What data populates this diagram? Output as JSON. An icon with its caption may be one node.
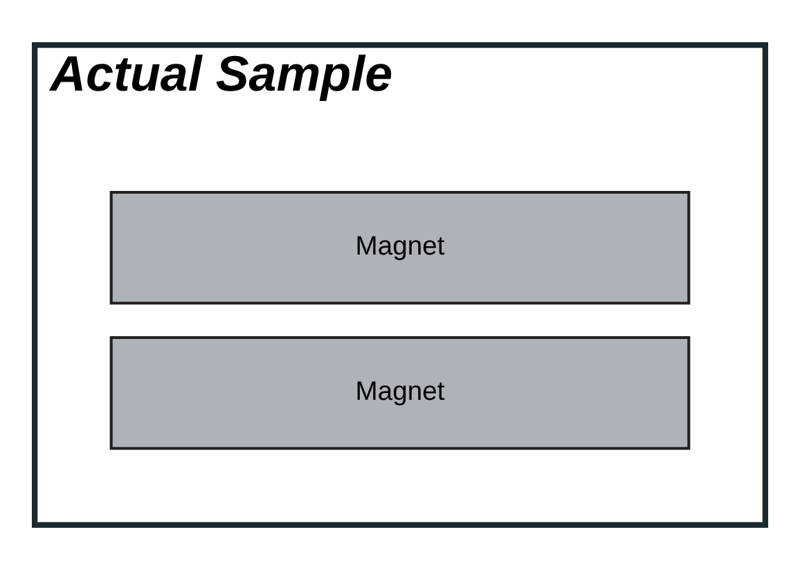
{
  "diagram": {
    "nodes": [
      {
        "text": [
          "Actual Sample"
        ]
      },
      {
        "text": [
          "Magnet"
        ],
        "in": 0
      },
      {
        "text": [
          "Magnet"
        ],
        "in": 0
      }
    ]
  }
}
